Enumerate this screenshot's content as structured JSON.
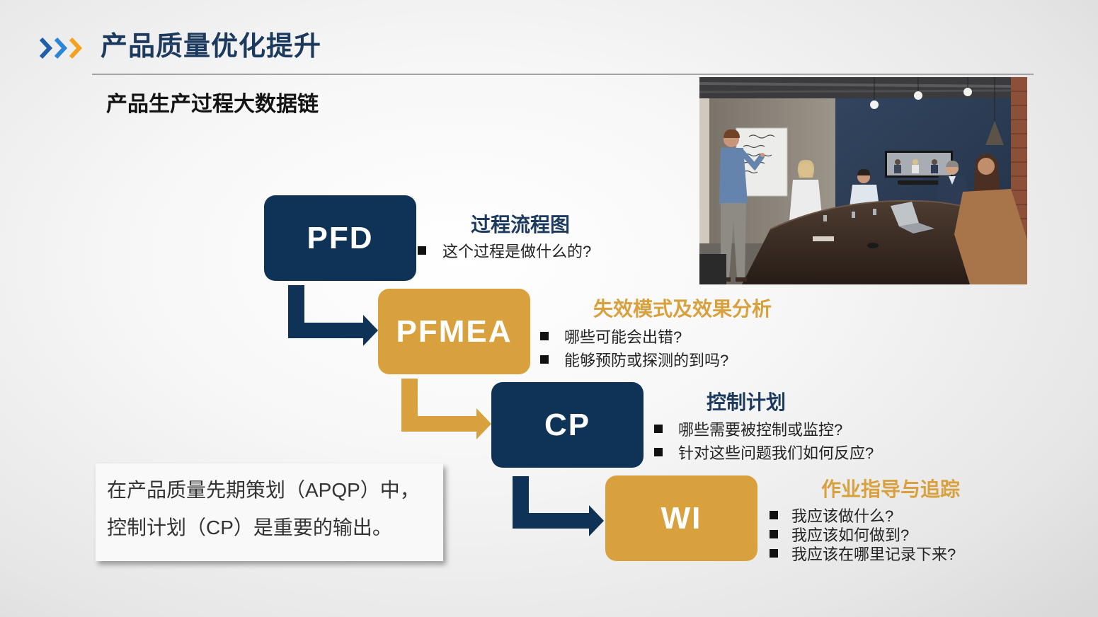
{
  "header": {
    "title": "产品质量优化提升",
    "icon": "triple-chevron-icon"
  },
  "subtitle": "产品生产过程大数据链",
  "flow": {
    "steps": [
      {
        "label": "PFD",
        "heading": "过程流程图",
        "bullets": [
          "这个过程是做什么的?"
        ]
      },
      {
        "label": "PFMEA",
        "heading": "失效模式及效果分析",
        "bullets": [
          "哪些可能会出错?",
          "能够预防或探测的到吗?"
        ]
      },
      {
        "label": "CP",
        "heading": "控制计划",
        "bullets": [
          "哪些需要被控制或监控?",
          "针对这些问题我们如何反应?"
        ]
      },
      {
        "label": "WI",
        "heading": "作业指导与追踪",
        "bullets": [
          "我应该做什么?",
          "我应该如何做到?",
          "我应该在哪里记录下来?"
        ]
      }
    ]
  },
  "note": {
    "lines": [
      "在产品质量先期策划（APQP）中，",
      "控制计划（CP）是重要的输出。"
    ]
  },
  "colors": {
    "navy": "#0f3356",
    "gold": "#d9a13d",
    "title": "#1c3a5e",
    "chevron_blue": "#1f5ea8",
    "chevron_light_blue": "#2b86d6",
    "chevron_orange": "#f4a21f"
  }
}
